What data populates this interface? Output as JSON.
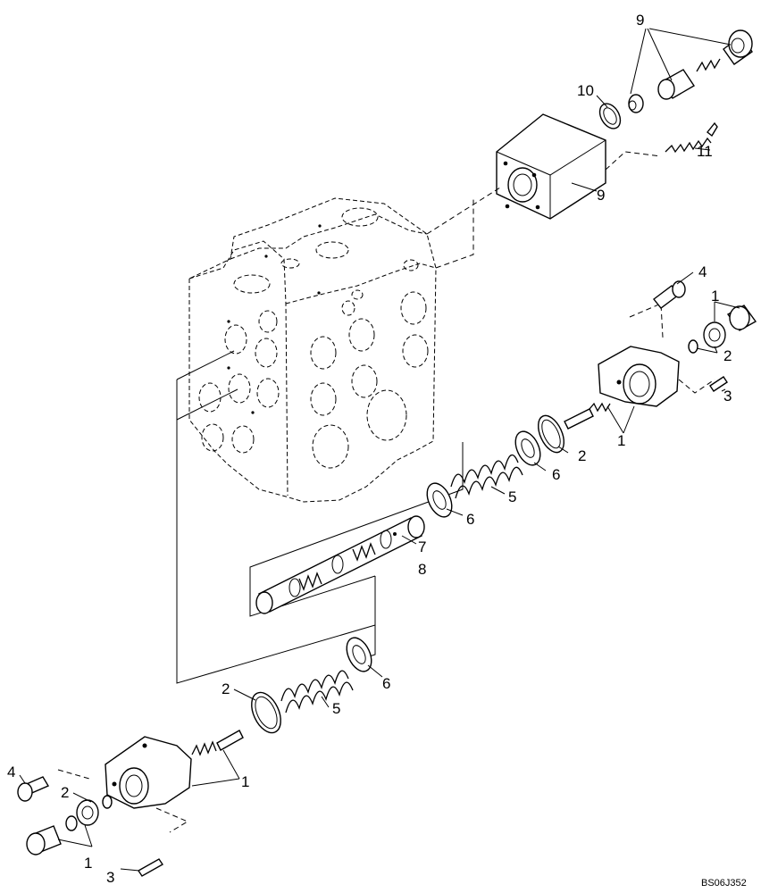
{
  "diagram": {
    "reference_code": "BS06J352",
    "callouts": {
      "c9_top": "9",
      "c10": "10",
      "c11": "11",
      "c9_block": "9",
      "c4_right": "4",
      "c1_right": "1",
      "c2_right_top": "2",
      "c3_right": "3",
      "c1_right_bottom": "1",
      "c2_right_mid": "2",
      "c6_upper": "6",
      "c5_upper": "5",
      "c6_mid": "6",
      "c7": "7",
      "c8": "8",
      "c2_lower": "2",
      "c5_lower": "5",
      "c6_lower": "6",
      "c1_left": "1",
      "c4_left": "4",
      "c2_left": "2",
      "c1_left_bottom": "1",
      "c3_left": "3"
    }
  }
}
